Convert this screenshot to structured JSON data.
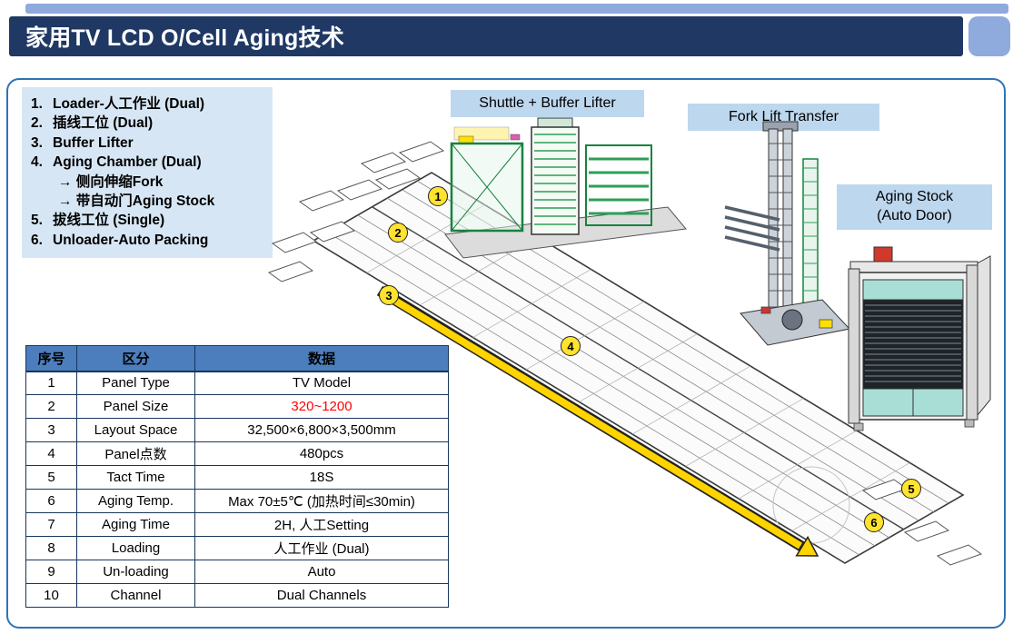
{
  "header": {
    "title": "家用TV LCD O/Cell Aging技术"
  },
  "legend": {
    "items": [
      {
        "num": "1.",
        "text": "Loader-人工作业 (Dual)",
        "indent": false
      },
      {
        "num": "2.",
        "text": "插线工位 (Dual)",
        "indent": false
      },
      {
        "num": "3.",
        "text": "Buffer Lifter",
        "indent": false
      },
      {
        "num": "4.",
        "text": "Aging Chamber (Dual)",
        "indent": false
      },
      {
        "num": "",
        "text": "→ 侧向伸缩Fork",
        "indent": true
      },
      {
        "num": "",
        "text": "→ 带自动门Aging Stock",
        "indent": true
      },
      {
        "num": "5.",
        "text": "拔线工位 (Single)",
        "indent": false
      },
      {
        "num": "6.",
        "text": "Unloader-Auto Packing",
        "indent": false
      }
    ]
  },
  "callouts": {
    "shuttle_buffer_lifter": "Shuttle + Buffer Lifter",
    "fork_lift_transfer": "Fork Lift Transfer",
    "aging_stock_line1": "Aging Stock",
    "aging_stock_line2": "(Auto Door)"
  },
  "markers": [
    "1",
    "2",
    "3",
    "4",
    "5",
    "6"
  ],
  "spec_table": {
    "headers": [
      "序号",
      "区分",
      "数据"
    ],
    "rows": [
      {
        "num": "1",
        "category": "Panel Type",
        "value": "TV Model",
        "red": false
      },
      {
        "num": "2",
        "category": "Panel Size",
        "value": "320~1200",
        "red": true
      },
      {
        "num": "3",
        "category": "Layout Space",
        "value": "32,500×6,800×3,500mm",
        "red": false
      },
      {
        "num": "4",
        "category": "Panel点数",
        "value": "480pcs",
        "red": false
      },
      {
        "num": "5",
        "category": "Tact Time",
        "value": "18S",
        "red": false
      },
      {
        "num": "6",
        "category": "Aging Temp.",
        "value": "Max 70±5℃ (加热时间≤30min)",
        "red": false
      },
      {
        "num": "7",
        "category": "Aging Time",
        "value": "2H, 人工Setting",
        "red": false
      },
      {
        "num": "8",
        "category": "Loading",
        "value": "人工作业 (Dual)",
        "red": false
      },
      {
        "num": "9",
        "category": "Un-loading",
        "value": "Auto",
        "red": false
      },
      {
        "num": "10",
        "category": "Channel",
        "value": "Dual Channels",
        "red": false
      }
    ]
  },
  "colors": {
    "title_bar": "#1F3864",
    "accent_light_blue": "#8FAADC",
    "callout_bg": "#BDD7EE",
    "legend_bg": "#D7E6F4",
    "frame_border": "#2E74B5",
    "table_header_bg": "#4C7EBE",
    "table_line": "#17365D",
    "marker_yellow": "#FFE32E",
    "arrow_yellow": "#FFD400",
    "highlight_red": "#FF0000",
    "machine_green": "#17823F"
  }
}
